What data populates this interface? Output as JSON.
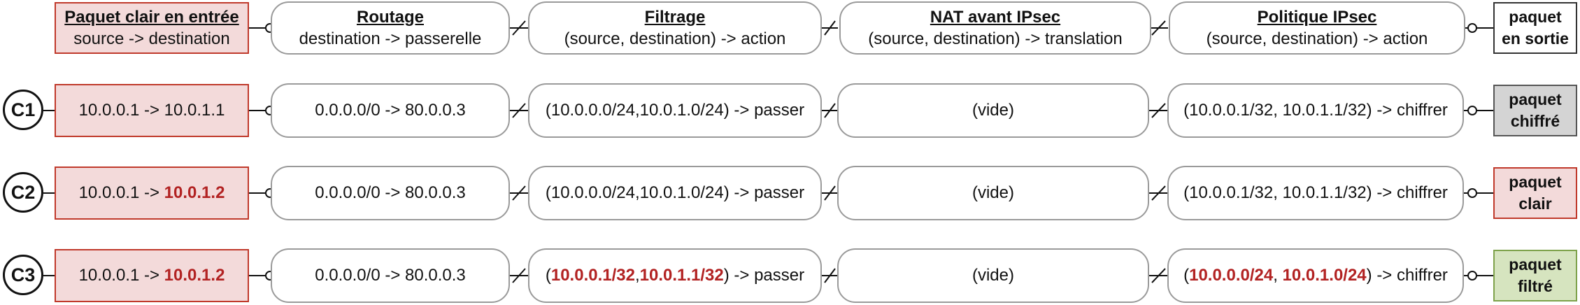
{
  "header": {
    "input": {
      "title": "Paquet clair en entrée",
      "subtitle": "source -> destination"
    },
    "routage": {
      "title": "Routage",
      "subtitle": "destination -> passerelle"
    },
    "filtrage": {
      "title": "Filtrage",
      "subtitle": "(source,  destination) -> action"
    },
    "nat": {
      "title": "NAT avant IPsec",
      "subtitle": "(source,  destination) -> translation"
    },
    "politique": {
      "title": "Politique IPsec",
      "subtitle": "(source,  destination) -> action"
    },
    "output": {
      "line1": "paquet",
      "line2": "en sortie"
    }
  },
  "rows": [
    {
      "label": "C1",
      "input": {
        "src": "10.0.0.1 -> ",
        "dst": "10.0.1.1"
      },
      "routage": "0.0.0.0/0 -> 80.0.0.3",
      "filtrage": {
        "open": "(",
        "a": "10.0.0.0/24",
        "sep": ",",
        "b": "10.0.1.0/24",
        "rest": ") -> passer"
      },
      "nat": "(vide)",
      "politique": {
        "open": "(",
        "a": "10.0.0.1/32",
        "sep": ", ",
        "b": "10.0.1.1/32",
        "rest": ") -> chiffrer"
      },
      "output": {
        "line1": "paquet",
        "line2": "chiffré",
        "color": "#d4d4d4"
      }
    },
    {
      "label": "C2",
      "input": {
        "src": "10.0.0.1 -> ",
        "dst": "10.0.1.2"
      },
      "routage": "0.0.0.0/0 -> 80.0.0.3",
      "filtrage": {
        "open": "(",
        "a": "10.0.0.0/24",
        "sep": ",",
        "b": "10.0.1.0/24",
        "rest": ") -> passer"
      },
      "nat": "(vide)",
      "politique": {
        "open": "(",
        "a": "10.0.0.1/32",
        "sep": ", ",
        "b": "10.0.1.1/32",
        "rest": ") -> chiffrer"
      },
      "output": {
        "line1": "paquet",
        "line2": "clair",
        "color": "#f3dada"
      }
    },
    {
      "label": "C3",
      "input": {
        "src": "10.0.0.1 -> ",
        "dst": "10.0.1.2"
      },
      "routage": "0.0.0.0/0 -> 80.0.0.3",
      "filtrage": {
        "open": "(",
        "a": "10.0.0.1/32",
        "sep": ",",
        "b": "10.0.1.1/32",
        "rest": ") -> passer"
      },
      "nat": "(vide)",
      "politique": {
        "open": "(",
        "a": "10.0.0.0/24",
        "sep": ", ",
        "b": "10.0.1.0/24",
        "rest": ") -> chiffrer"
      },
      "output": {
        "line1": "paquet",
        "line2": "filtré",
        "color": "#d6e4bf"
      }
    }
  ],
  "colors": {
    "highlight": "#b22222",
    "box_border": "#9a9a9a",
    "input_fill": "#f3dada",
    "input_border": "#c0392b"
  }
}
